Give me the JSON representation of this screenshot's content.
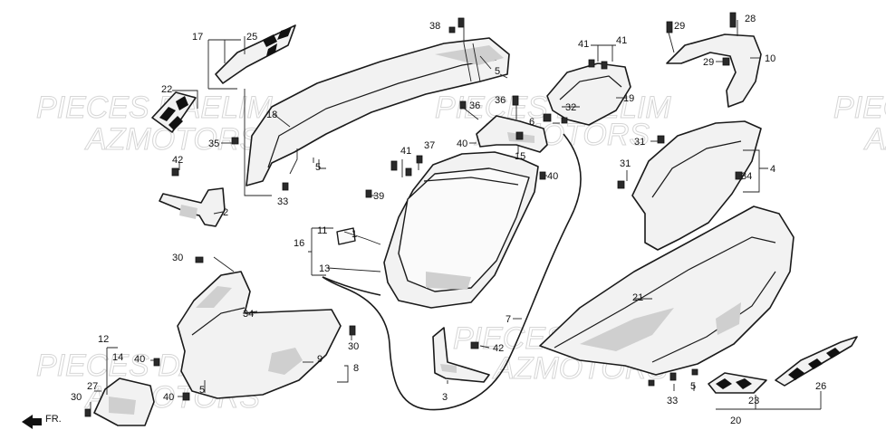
{
  "watermark": {
    "line1": "PIECES DAELIM",
    "line2": "AZMOTORS"
  },
  "direction_label": "FR.",
  "callouts": {
    "c1": "1",
    "c2": "2",
    "c3": "3",
    "c4": "4",
    "c5a": "5",
    "c5b": "5",
    "c5c": "5",
    "c5d": "5",
    "c6": "6",
    "c7": "7",
    "c8": "8",
    "c9": "9",
    "c10": "10",
    "c11": "11",
    "c12": "12",
    "c13": "13",
    "c14": "14",
    "c15": "15",
    "c16": "16",
    "c17": "17",
    "c18": "18",
    "c19": "19",
    "c20": "20",
    "c21": "21",
    "c22": "22",
    "c23": "23",
    "c25": "25",
    "c26": "26",
    "c27": "27",
    "c28": "28",
    "c29a": "29",
    "c29b": "29",
    "c30a": "30",
    "c30b": "30",
    "c30c": "30",
    "c31a": "31",
    "c31b": "31",
    "c32": "32",
    "c33a": "33",
    "c33b": "33",
    "c34a": "34",
    "c34b": "34",
    "c35": "35",
    "c36a": "36",
    "c36b": "36",
    "c37": "37",
    "c38": "38",
    "c39": "39",
    "c40a": "40",
    "c40b": "40",
    "c40c": "40",
    "c40d": "40",
    "c41a": "41",
    "c41b": "41",
    "c41c": "41",
    "c42a": "42",
    "c42b": "42"
  }
}
